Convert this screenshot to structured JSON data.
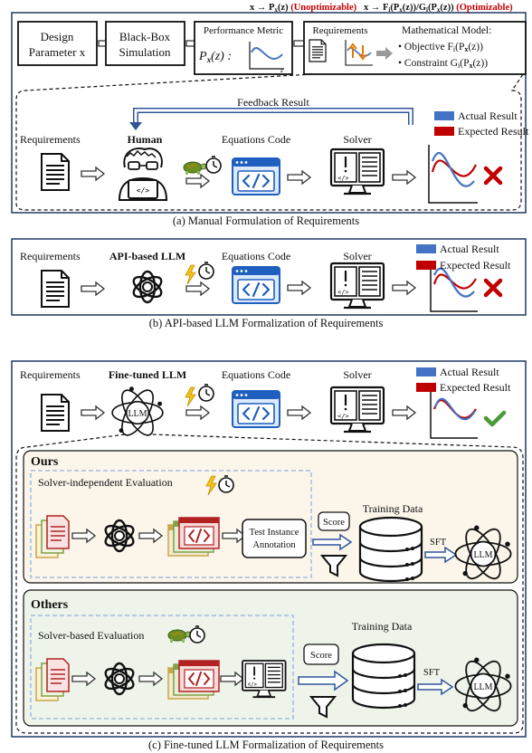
{
  "top": {
    "design_param_l1": "Design",
    "design_param_l2": "Parameter x",
    "blackbox_l1": "Black-Box",
    "blackbox_l2": "Simulation",
    "perf_metric": "Performance Metric",
    "perf_expr": "P",
    "perf_expr_sub": "x",
    "perf_expr_rest": "(z) :",
    "requirements": "Requirements",
    "math_model": "Mathematical Model:",
    "objective": "• Objective  F",
    "objective_rest": "(P",
    "objective_end": "(z))",
    "constraint": "• Constraint  G",
    "constraint_end": "(z))",
    "header_left": "x → P",
    "header_left_rest": "(z)",
    "header_left_tag": "(Unoptimizable)",
    "header_right": "x → F",
    "header_right_rest": "(P",
    "header_right_mid": "(z))/G",
    "header_right_end": "(z))",
    "header_right_tag": "(Optimizable)",
    "sub_i": "i",
    "sub_x": "x",
    "axis_z": "z"
  },
  "panel_a": {
    "feedback": "Feedback Result",
    "requirements": "Requirements",
    "human": "Human",
    "equations": "Equations Code",
    "solver": "Solver",
    "legend_actual": "Actual Result",
    "legend_expected": "Expected Result",
    "caption": "(a) Manual Formulation of Requirements"
  },
  "panel_b": {
    "requirements": "Requirements",
    "llm": "API-based LLM",
    "equations": "Equations Code",
    "solver": "Solver",
    "legend_actual": "Actual Result",
    "legend_expected": "Expected Result",
    "caption": "(b) API-based LLM Formalization of Requirements"
  },
  "panel_c": {
    "requirements": "Requirements",
    "llm": "Fine-tuned LLM",
    "equations": "Equations Code",
    "solver": "Solver",
    "legend_actual": "Actual Result",
    "legend_expected": "Expected Result",
    "llm_label": "LLM",
    "ours": "Ours",
    "ours_eval": "Solver-independent Evaluation",
    "test_instance_l1": "Test Instance",
    "test_instance_l2": "Annotation",
    "training_data": "Training Data",
    "score": "Score",
    "sft": "SFT",
    "others": "Others",
    "others_eval": "Solver-based Evaluation",
    "caption": "(c) Fine-tuned LLM Formalization of Requirements"
  },
  "colors": {
    "actual": "#4472c4",
    "expected": "#c00000",
    "human_blue": "#2e5597",
    "ours_orange": "#c55a11",
    "others_green": "#4a7a2a",
    "ours_bg": "#fbf5ea",
    "others_bg": "#eef4ea",
    "panel_border": "#1f3864",
    "code_blue": "#1f5fbf"
  }
}
